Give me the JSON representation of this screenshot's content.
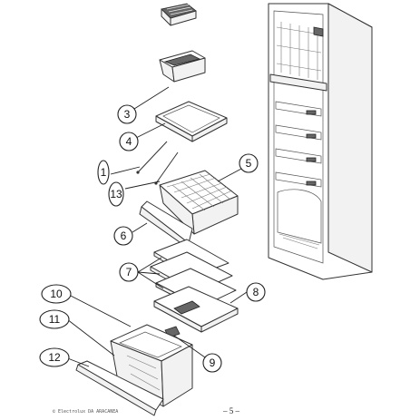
{
  "callouts": {
    "c1": "1",
    "c3": "3",
    "c4": "4",
    "c5": "5",
    "c6": "6",
    "c7": "7",
    "c8": "8",
    "c9": "9",
    "c10": "10",
    "c11": "11",
    "c12": "12",
    "c13": "13"
  },
  "footer": {
    "copyright": "© Electrolux DA ARACANEA",
    "page": "– 5 –"
  }
}
